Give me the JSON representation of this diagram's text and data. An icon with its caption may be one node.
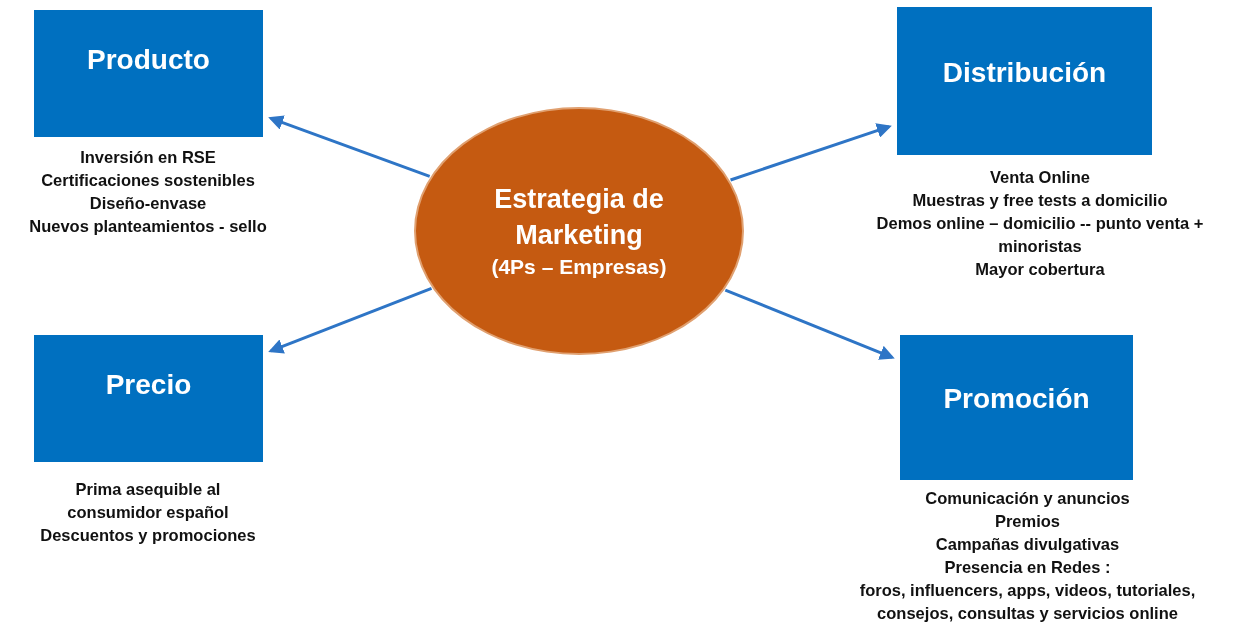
{
  "diagram": {
    "nodes": [
      {
        "text": [
          "Producto"
        ],
        "beside": [
          "Inversión en RSE",
          "Certificaciones sostenibles",
          "Diseño-envase",
          "Nuevos planteamientos - sello"
        ]
      },
      {
        "text": [
          "Distribución"
        ],
        "beside": [
          "Venta Online",
          "Muestras y free tests a domicilio",
          "Demos online – domicilio -- punto venta + minoristas",
          "Mayor cobertura"
        ]
      },
      {
        "text": [
          "Estrategia de Marketing",
          "(4Ps – Empresas)"
        ]
      },
      {
        "text": [
          "Precio"
        ],
        "beside": [
          "Prima asequible al consumidor español",
          "Descuentos y promociones"
        ]
      },
      {
        "text": [
          "Promoción"
        ],
        "beside": [
          "Comunicación y anuncios",
          "Premios",
          "Campañas divulgativas",
          "Presencia en Redes :",
          "foros, influencers, apps, videos, tutoriales, consejos, consultas y servicios online"
        ]
      }
    ],
    "edges": [
      {
        "from": 2,
        "to": 0,
        "arrow": "to"
      },
      {
        "from": 2,
        "to": 3,
        "arrow": "to"
      },
      {
        "from": 2,
        "to": 1,
        "arrow": "to"
      },
      {
        "from": 2,
        "to": 4,
        "arrow": "to"
      }
    ]
  }
}
